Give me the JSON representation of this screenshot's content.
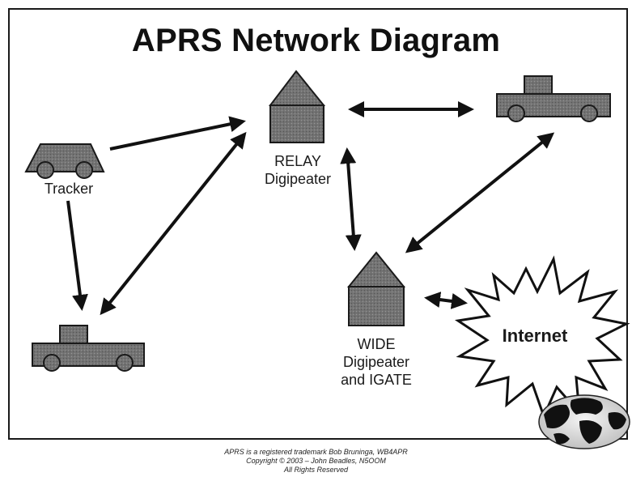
{
  "title": "APRS Network Diagram",
  "nodes": {
    "tracker": "Tracker",
    "relay_line1": "RELAY",
    "relay_line2": "Digipeater",
    "wide_line1": "WIDE",
    "wide_line2": "Digipeater",
    "wide_line3": "and IGATE",
    "internet": "Internet"
  },
  "footer": {
    "line1": "APRS is a registered trademark Bob Bruninga, WB4APR",
    "line2": "Copyright © 2003 – John Beadles, N5OOM",
    "line3": "All Rights Reserved"
  },
  "colors": {
    "shape_fill": "#6e6e6e",
    "outline": "#1a1a1a",
    "arrow": "#111111"
  }
}
